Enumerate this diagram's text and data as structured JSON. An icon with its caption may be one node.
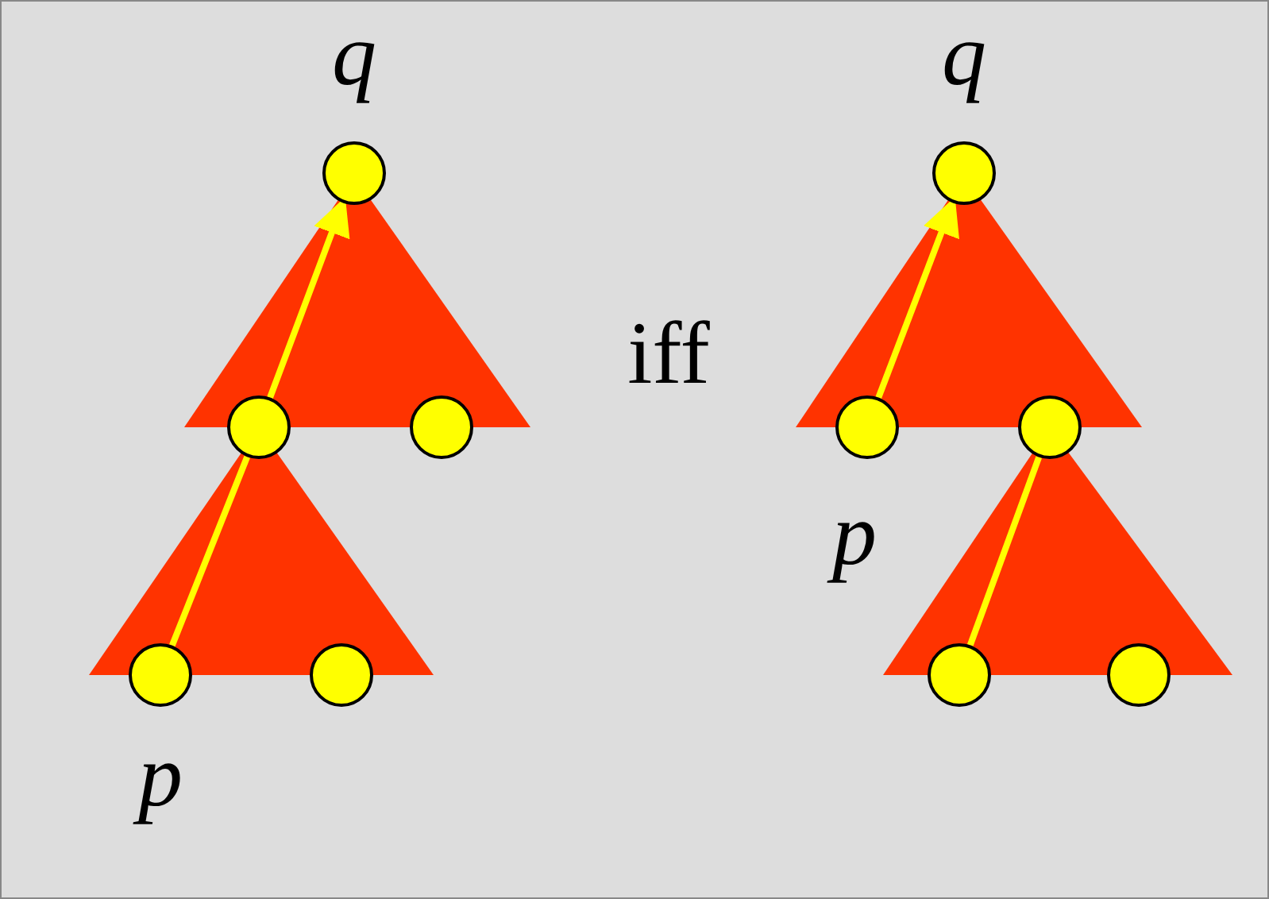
{
  "diagram": {
    "nodes": [
      {
        "text": [],
        "shape": "circle",
        "beside": [
          "q"
        ]
      },
      {
        "text": [],
        "shape": "circle"
      },
      {
        "text": [],
        "shape": "circle"
      },
      {
        "text": [],
        "shape": "circle",
        "beside": [
          "p"
        ]
      },
      {
        "text": [],
        "shape": "circle"
      },
      {
        "text": [],
        "shape": "circle",
        "beside": [
          "q"
        ]
      },
      {
        "text": [],
        "shape": "circle",
        "beside": [
          "p"
        ]
      },
      {
        "text": [],
        "shape": "circle"
      },
      {
        "text": [],
        "shape": "circle"
      },
      {
        "text": [],
        "shape": "circle"
      }
    ],
    "edges": [
      {
        "from": 3,
        "to": 1,
        "arrow": "none"
      },
      {
        "from": 1,
        "to": 0,
        "arrow": "to"
      },
      {
        "from": 6,
        "to": 5,
        "arrow": "to"
      },
      {
        "from": 7,
        "to": 8,
        "arrow": "none"
      }
    ],
    "labels": [
      "iff"
    ]
  }
}
